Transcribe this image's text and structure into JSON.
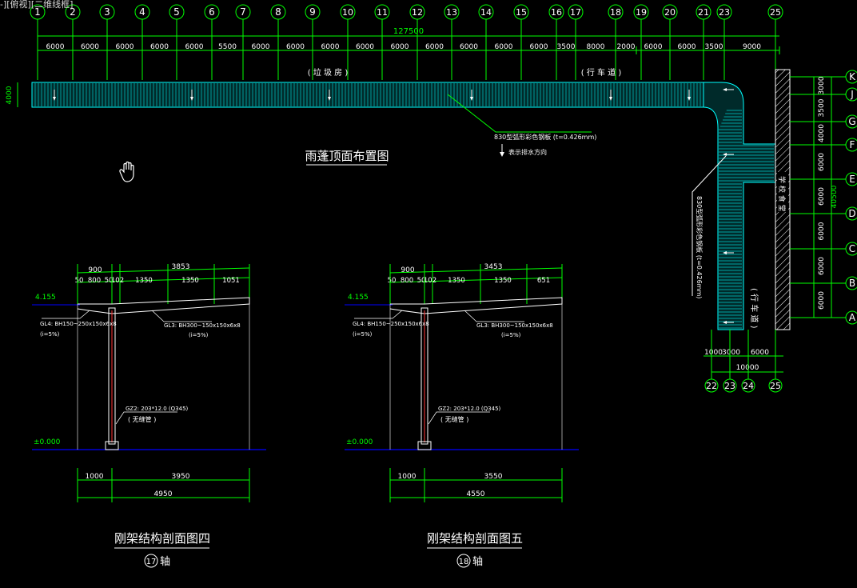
{
  "viewport_label": "-][俯视][二维线框]",
  "top_axes": [
    "1",
    "2",
    "3",
    "4",
    "5",
    "6",
    "7",
    "8",
    "9",
    "10",
    "11",
    "12",
    "13",
    "14",
    "15",
    "16",
    "17",
    "18",
    "19",
    "20",
    "21",
    "23",
    "25"
  ],
  "top_dims": [
    "6000",
    "6000",
    "6000",
    "6000",
    "6000",
    "5500",
    "6000",
    "6000",
    "6000",
    "6000",
    "6000",
    "6000",
    "6000",
    "6000",
    "6000",
    "3500",
    "8000",
    "2000",
    "6000",
    "6000",
    "3500",
    "9000"
  ],
  "total_dim": "127500",
  "canopy_left_dim": "4000",
  "label_parking": "( 垃 圾 房 )",
  "label_lane_top": "( 行 车 道 )",
  "label_lane_right": "( 行 车 道 )",
  "plan_title": "雨蓬顶面布置图",
  "roof_note": "830型弧形彩色钢板 (t=0.426mm)",
  "drain_note": "表示排水方向",
  "roof_note_vertical": "830型弧形彩色钢板 (t=0.426mm)",
  "building_label": "学 校 食 堂",
  "right_axes": [
    "K",
    "J",
    "G",
    "F",
    "E",
    "D",
    "C",
    "B",
    "A"
  ],
  "right_dims": [
    "3000",
    "3500",
    "4000",
    "6000",
    "6000",
    "6000",
    "6000",
    "6000"
  ],
  "right_total": "40500",
  "bottom_axes": [
    "22",
    "23",
    "24",
    "25"
  ],
  "bottom_dims": [
    "1000",
    "3000",
    "6000"
  ],
  "bottom_total": "10000",
  "sections": [
    {
      "top_total": "900",
      "top_span": "3853",
      "row2": [
        "50",
        "800",
        "50",
        "102",
        "1350",
        "1350",
        "1051"
      ],
      "elev_top": "4.155",
      "elev_bottom": "±0.000",
      "beam_left": "GL4: BH150~250x150x6x8",
      "beam_left_slope": "(i=5%)",
      "beam_right": "GL3: BH300~150x150x6x8",
      "beam_right_slope": "(i=5%)",
      "column": "GZ2: 203*12.0 (Q345)",
      "column_note": "( 无缝管 )",
      "dim_a": "1000",
      "dim_b": "3950",
      "dim_total": "4950",
      "title": "刚架结构剖面图四",
      "axis_num": "17",
      "axis_suffix": "轴"
    },
    {
      "top_total": "900",
      "top_span": "3453",
      "row2": [
        "50",
        "800",
        "50",
        "102",
        "1350",
        "1350",
        "651"
      ],
      "elev_top": "4.155",
      "elev_bottom": "±0.000",
      "beam_left": "GL4: BH150~250x150x6x8",
      "beam_left_slope": "(i=5%)",
      "beam_right": "GL3: BH300~150x150x6x8",
      "beam_right_slope": "(i=5%)",
      "column": "GZ2: 203*12.0 (Q345)",
      "column_note": "( 无缝管 )",
      "dim_a": "1000",
      "dim_b": "3550",
      "dim_total": "4550",
      "title": "刚架结构剖面图五",
      "axis_num": "18",
      "axis_suffix": "轴"
    }
  ],
  "cursor_icon": "hand-pan-icon",
  "colors": {
    "background": "#000000",
    "dimension": "#00ff00",
    "roof": "#00ffff",
    "text": "#ffffff",
    "column": "#ff3333",
    "ground": "#0000ff"
  }
}
